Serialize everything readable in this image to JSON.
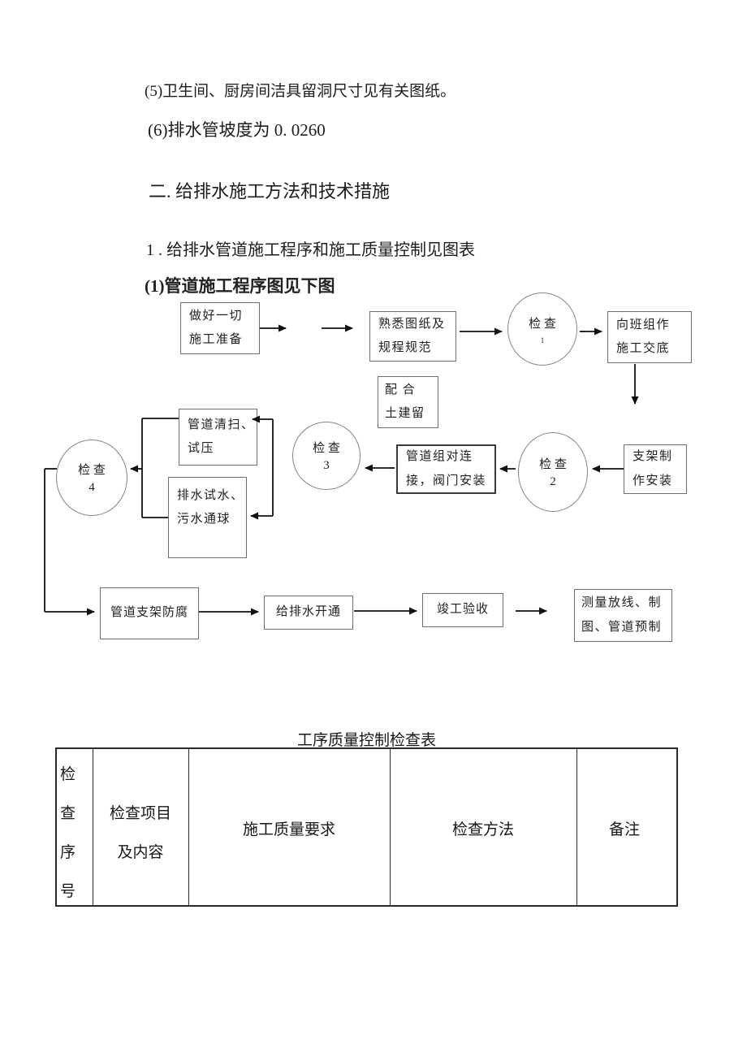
{
  "colors": {
    "text": "#1c1c1c",
    "arrow_line": "#111111",
    "box_border": "#6e6e6e",
    "bold_box_border": "#3a3a3a",
    "circle_border": "#858585",
    "table_border": "#2a2a2a",
    "background": "#ffffff"
  },
  "paragraphs": {
    "item5": "(5)卫生间、厨房间洁具留洞尺寸见有关图纸。",
    "item6": "(6)排水管坡度为 0. 0260",
    "section2": "二. 给排水施工方法和技术措施",
    "item1": "1 . 给排水管道施工程序和施工质量控制见图表",
    "sub1": "(1)管道施工程序图见下图"
  },
  "flowchart": {
    "nodes": [
      {
        "id": "prepare",
        "type": "box",
        "lines": [
          "做好一切",
          "施工准备"
        ]
      },
      {
        "id": "study-drawings",
        "type": "box",
        "lines": [
          "熟悉图纸及",
          "规程规范"
        ]
      },
      {
        "id": "check-1",
        "type": "circle",
        "lines": [
          "检  查",
          "1"
        ]
      },
      {
        "id": "brief-team",
        "type": "box",
        "lines": [
          "向班组作",
          "施工交底"
        ]
      },
      {
        "id": "coordinate-civil",
        "type": "box",
        "lines": [
          "配  合",
          "土建留"
        ]
      },
      {
        "id": "pipe-clean-test",
        "type": "box",
        "lines": [
          "管道清扫、",
          "试压"
        ]
      },
      {
        "id": "drain-water-test",
        "type": "box",
        "lines": [
          "排水试水、",
          "污水通球"
        ]
      },
      {
        "id": "check-4",
        "type": "circle",
        "lines": [
          "检  查",
          "4"
        ]
      },
      {
        "id": "check-3",
        "type": "circle",
        "lines": [
          "检  查",
          "3"
        ]
      },
      {
        "id": "pipe-assembly",
        "type": "box",
        "lines": [
          "管道组对连",
          "接，阀门安装"
        ]
      },
      {
        "id": "check-2",
        "type": "circle",
        "lines": [
          "检  查",
          "2"
        ]
      },
      {
        "id": "bracket-install",
        "type": "box",
        "lines": [
          "支架制",
          "作安装"
        ]
      },
      {
        "id": "bracket-anticorrosion",
        "type": "box",
        "lines": [
          "管道支架防腐"
        ]
      },
      {
        "id": "water-open",
        "type": "box",
        "lines": [
          "给排水开通"
        ]
      },
      {
        "id": "completion-acceptance",
        "type": "box",
        "lines": [
          "竣工验收"
        ]
      },
      {
        "id": "survey-prefab",
        "type": "box",
        "lines": [
          "测量放线、制",
          "图、管道预制"
        ]
      }
    ]
  },
  "table": {
    "title": "工序质量控制检查表",
    "headers": {
      "col1": [
        "检",
        "查",
        "序",
        "号"
      ],
      "col2": [
        "检查项目",
        "及内容"
      ],
      "col3": "施工质量要求",
      "col4": "检查方法",
      "col5": "备注"
    }
  }
}
